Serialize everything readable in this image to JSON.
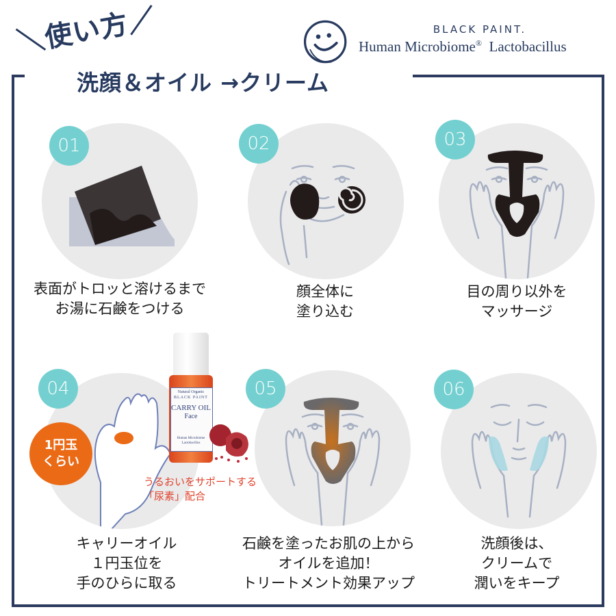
{
  "header": {
    "howto_title": "＼使い方／",
    "subtitle": "洗顔＆オイル →クリーム"
  },
  "brand": {
    "logo_icon": "smiley-face-icon",
    "name": "BLACK PAINT.",
    "tagline": "Human Microbiome",
    "registered": "®",
    "tagline_suffix": "Lactobacillus"
  },
  "colors": {
    "navy": "#273a5f",
    "teal_badge": "#74d0d0",
    "circle_bg": "#eaeaeb",
    "orange": "#ea6a16",
    "red_note": "#e0432c"
  },
  "steps": [
    {
      "number": "01",
      "illustration": "soap-bar-in-water-icon",
      "lines": [
        "表面がトロッと溶けるまで",
        "お湯に石鹸をつける"
      ]
    },
    {
      "number": "02",
      "illustration": "face-applying-soap-icon",
      "lines": [
        "顔全体に",
        "塗り込む"
      ]
    },
    {
      "number": "03",
      "illustration": "face-massage-t-zone-icon",
      "lines": [
        "目の周り以外を",
        "マッサージ"
      ]
    },
    {
      "number": "04",
      "illustration": "palm-with-oil-icon",
      "lines": [
        "キャリーオイル",
        "１円玉位を",
        "手のひらに取る"
      ],
      "badge_lines": [
        "1円玉",
        "くらい"
      ],
      "note_lines": [
        "うるおいをサポートする",
        "「尿素」配合"
      ],
      "product": {
        "line1": "Natural Organic",
        "line2": "BLACK PAINT",
        "name": "CARRY OIL",
        "variant": "Face",
        "footer1": "Human Microbiome",
        "footer2": "Lactobacillus"
      }
    },
    {
      "number": "05",
      "illustration": "face-oil-treatment-icon",
      "lines": [
        "石鹸を塗ったお肌の上から",
        "オイルを追加！",
        "トリートメント効果アップ"
      ]
    },
    {
      "number": "06",
      "illustration": "face-cream-keep-icon",
      "lines": [
        "洗顔後は、",
        "クリームで",
        "潤いをキープ"
      ]
    }
  ]
}
